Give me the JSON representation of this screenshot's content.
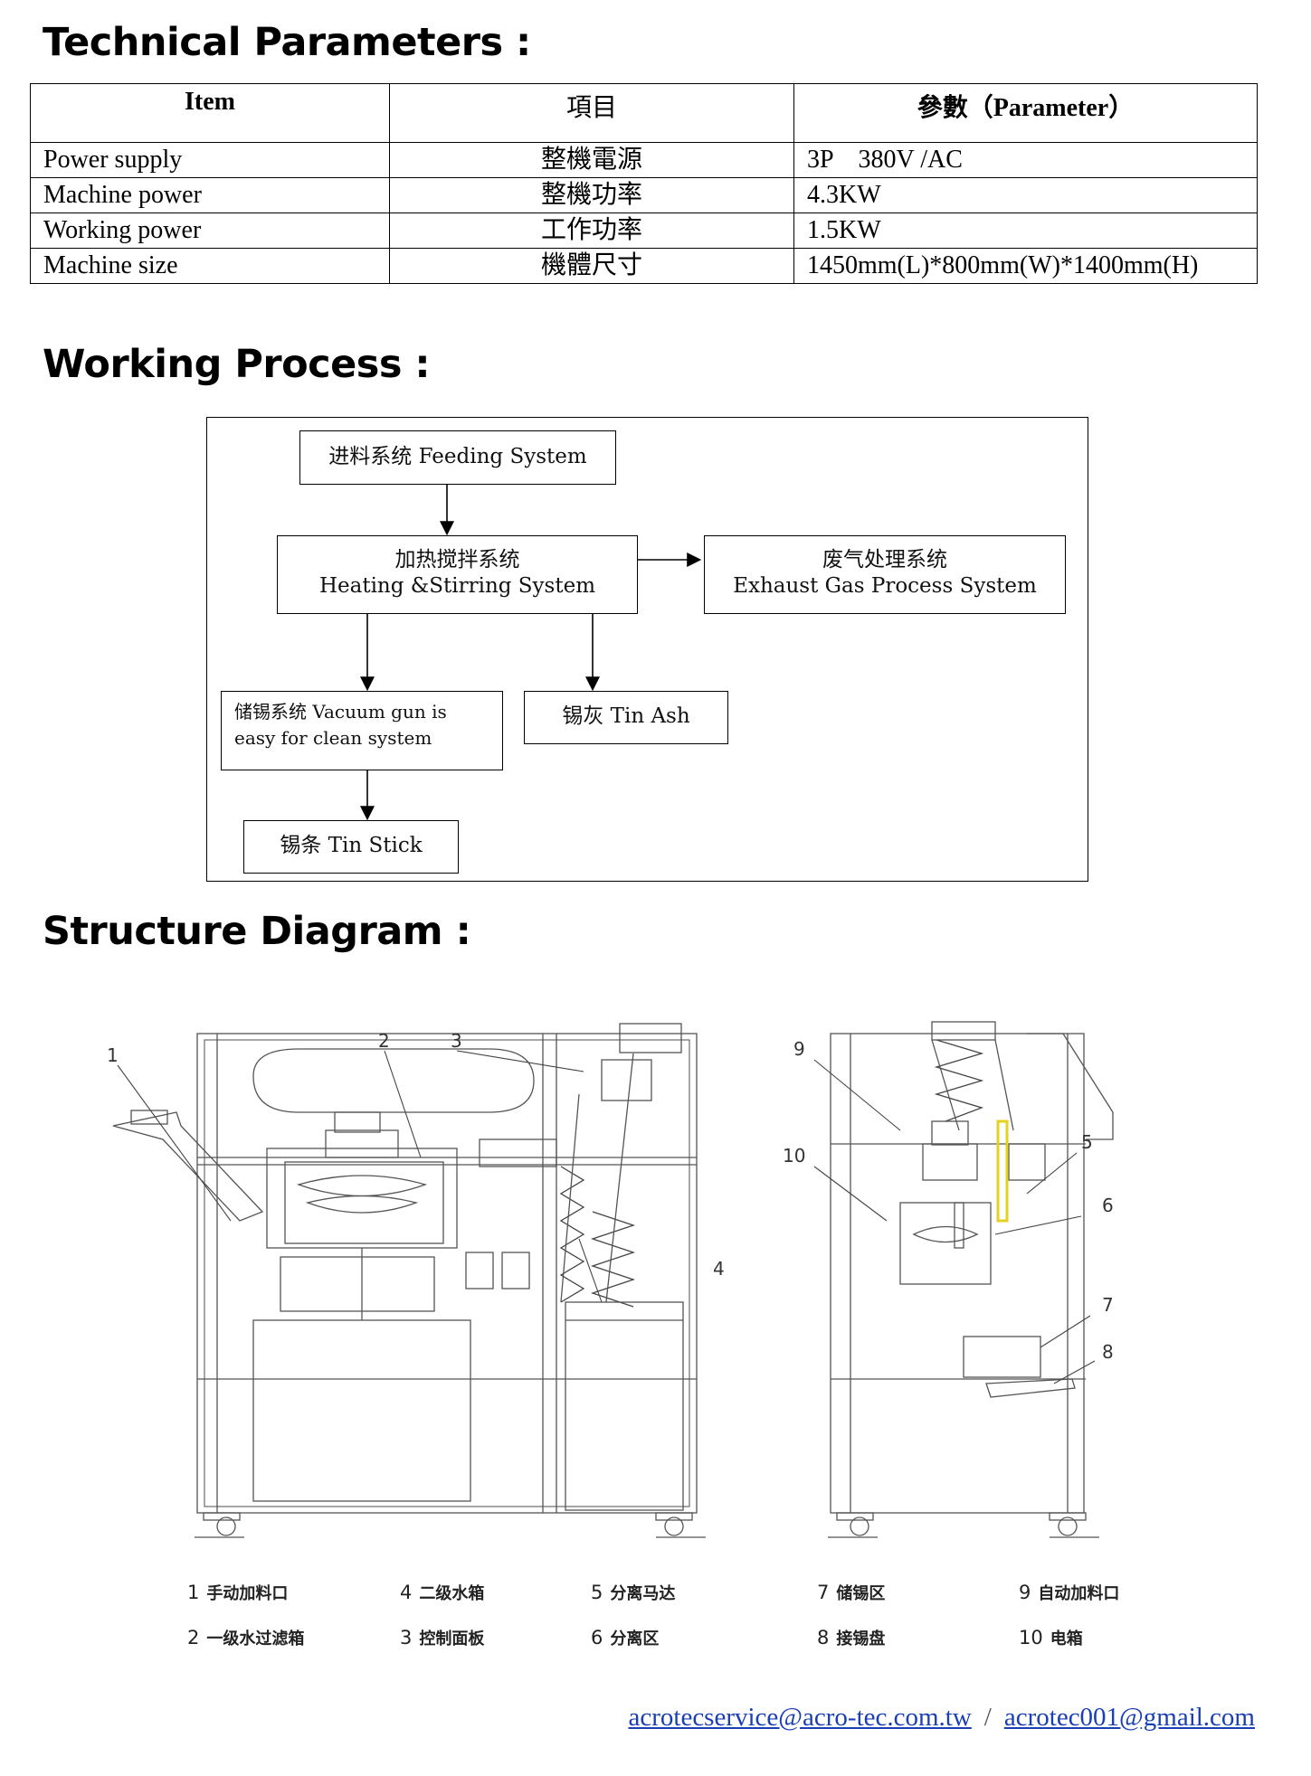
{
  "sections": {
    "technical": "Technical Parameters :",
    "process": "Working Process :",
    "structure": "Structure Diagram :"
  },
  "table": {
    "headers": [
      "Item",
      "項目",
      "參數（Parameter）"
    ],
    "rows": [
      [
        "Power supply",
        "整機電源",
        "3P    380V /AC"
      ],
      [
        "Machine power",
        "整機功率",
        "4.3KW"
      ],
      [
        "Working power",
        "工作功率",
        "1.5KW"
      ],
      [
        "Machine size",
        "機體尺寸",
        "1450mm(L)*800mm(W)*1400mm(H)"
      ]
    ]
  },
  "flow": {
    "feeding": "进料系统 Feeding System",
    "heating_cn": "加热搅拌系统",
    "heating_en": "Heating &Stirring System",
    "exhaust_cn": "废气处理系统",
    "exhaust_en": "Exhaust Gas Process System",
    "storage": "储锡系统 Vacuum gun is easy for clean system",
    "tin_ash": "锡灰  Tin Ash",
    "tin_stick": "锡条  Tin Stick"
  },
  "callouts": [
    "1",
    "2",
    "3",
    "4",
    "5",
    "6",
    "7",
    "8",
    "9",
    "10"
  ],
  "legend": [
    {
      "num": "1",
      "label": "手动加料口"
    },
    {
      "num": "2",
      "label": "一级水过滤箱"
    },
    {
      "num": "4",
      "label": "二级水箱"
    },
    {
      "num": "3",
      "label": "控制面板"
    },
    {
      "num": "5",
      "label": "分离马达"
    },
    {
      "num": "6",
      "label": "分离区"
    },
    {
      "num": "7",
      "label": "储锡区"
    },
    {
      "num": "8",
      "label": "接锡盘"
    },
    {
      "num": "9",
      "label": "自动加料口"
    },
    {
      "num": "10",
      "label": "电箱"
    }
  ],
  "footer": {
    "email1": "acrotecservice@acro-tec.com.tw",
    "separator": "/",
    "email2": "acrotec001@gmail.com"
  },
  "colors": {
    "link": "#1a3fb5",
    "highlight": "#e6d020"
  }
}
